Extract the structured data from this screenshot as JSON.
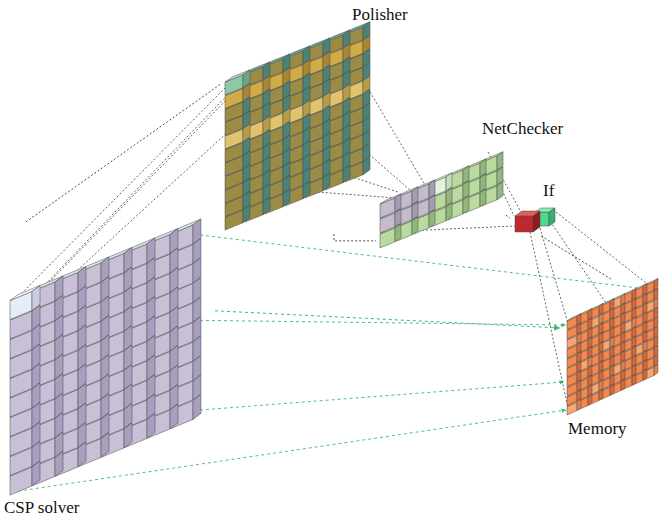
{
  "diagram": {
    "nodes": [
      {
        "text": [
          "CSP solver"
        ]
      },
      {
        "text": [
          "Polisher"
        ]
      },
      {
        "text": [
          "NetChecker"
        ]
      },
      {
        "text": [
          "If"
        ]
      },
      {
        "text": [
          "Memory"
        ]
      }
    ],
    "edges": [
      {
        "from": 0,
        "to": 1,
        "arrow": "none"
      },
      {
        "from": 1,
        "to": 2,
        "arrow": "none"
      },
      {
        "from": 2,
        "to": 3,
        "arrow": "none"
      },
      {
        "from": 3,
        "to": 4,
        "arrow": "none"
      },
      {
        "from": 0,
        "to": 4,
        "arrow": "to"
      }
    ]
  }
}
